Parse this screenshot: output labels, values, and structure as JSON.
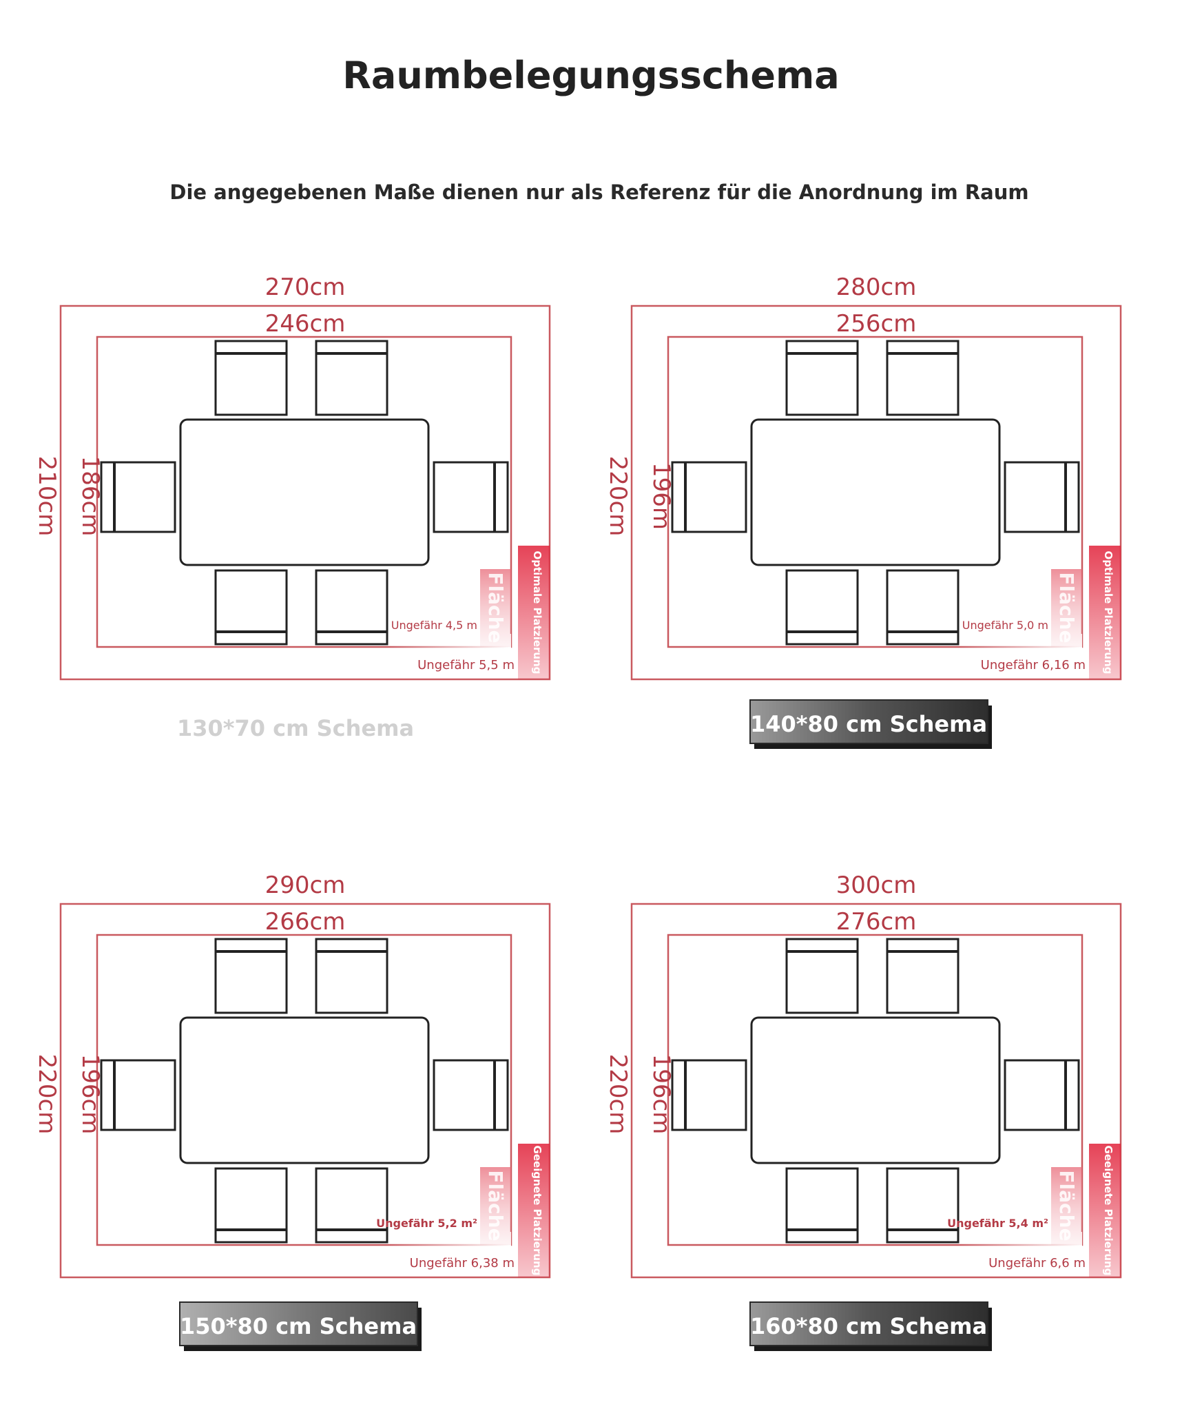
{
  "page": {
    "title": "Raumbelegungsschema",
    "subtitle": "Die angegebenen Maße dienen nur als Referenz für die Anordnung im Raum"
  },
  "colors": {
    "frame": "#c9595f",
    "dim_text": "#b33a45",
    "furniture": "#222222",
    "highlight": "#e1223a",
    "label_dark": "#333333",
    "label_gray": "#808080",
    "label_faded": "#d0d0d0"
  },
  "diagrams": [
    {
      "outer_width": "270cm",
      "inner_width": "246cm",
      "outer_height": "210cm",
      "inner_height": "186cm",
      "inner_note": "Ungefähr 4,5 m",
      "outer_note": "Ungefähr 5,5 m",
      "inner_tag": "Fläche",
      "outer_tag": "Optimale Platzierung",
      "caption": "130*70 cm Schema",
      "caption_style": "faded"
    },
    {
      "outer_width": "280cm",
      "inner_width": "256cm",
      "outer_height": "220cm",
      "inner_height": "196m",
      "inner_note": "Ungefähr 5,0 m",
      "outer_note": "Ungefähr 6,16 m",
      "inner_tag": "Fläche",
      "outer_tag": "Optimale Platzierung",
      "caption": "140*80 cm Schema",
      "caption_style": "dark"
    },
    {
      "outer_width": "290cm",
      "inner_width": "266cm",
      "outer_height": "220cm",
      "inner_height": "196cm",
      "inner_note": "Ungefähr 5,2 m²",
      "outer_note": "Ungefähr 6,38 m",
      "inner_tag": "Fläche",
      "outer_tag": "Geeignete Platzierung",
      "caption": "150*80 cm Schema",
      "caption_style": "gray"
    },
    {
      "outer_width": "300cm",
      "inner_width": "276cm",
      "outer_height": "220cm",
      "inner_height": "196cm",
      "inner_note": "Ungefähr 5,4 m²",
      "outer_note": "Ungefähr 6,6 m",
      "inner_tag": "Fläche",
      "outer_tag": "Geeignete Platzierung",
      "caption": "160*80 cm Schema",
      "caption_style": "dark"
    }
  ]
}
